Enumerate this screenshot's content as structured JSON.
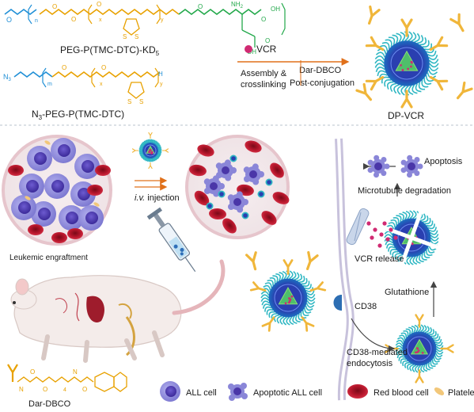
{
  "top": {
    "polymer1_label": "PEG-P(TMC-DTC)-KD",
    "polymer1_sub": "5",
    "polymer2_label": "N",
    "polymer2_label_sub": "3",
    "polymer2_label_rest": "-PEG-P(TMC-DTC)",
    "vcr_label": "VCR",
    "step1_line1": "Assembly &",
    "step1_line2": "crosslinking",
    "step2_line1": "Dar-DBCO",
    "step2_line2": "Post-conjugation",
    "product_label": "DP-VCR"
  },
  "bottom": {
    "engraftment_label": "Leukemic engraftment",
    "injection_label_italic": "i.v.",
    "injection_label_rest": " injection",
    "apoptosis_label": "Apoptosis",
    "microtubule_label": "Microtubule degradation",
    "vcr_release_label": "VCR release",
    "glutathione_label": "Glutathione",
    "cd38_label": "CD38",
    "endocytosis_line1": "CD38-mediated",
    "endocytosis_line2": "endocytosis",
    "dar_dbco_label": "Dar-DBCO"
  },
  "legend": {
    "all_cell": "ALL cell",
    "apoptotic_cell": "Apoptotic ALL cell",
    "rbc": "Red blood cell",
    "platelet": "Platelet"
  },
  "chem": {
    "x": "x",
    "y": "y",
    "m": "m",
    "n": "n",
    "nh2": "NH",
    "nh2_sub": "2",
    "oh": "OH",
    "o": "O",
    "s": "S",
    "h": "H",
    "n_atom": "N",
    "four": "4"
  },
  "colors": {
    "peg_blue": "#1f8fd6",
    "polymer_orange": "#e8a100",
    "kd_green": "#22a84a",
    "rbc_red": "#b5162b",
    "all_cell_purple": "#8a86d8",
    "nucleus_purple": "#5a46b8",
    "antibody_yellow": "#f0b63a",
    "shell_teal": "#2fb7c3",
    "vcr_pink": "#d02a72"
  }
}
